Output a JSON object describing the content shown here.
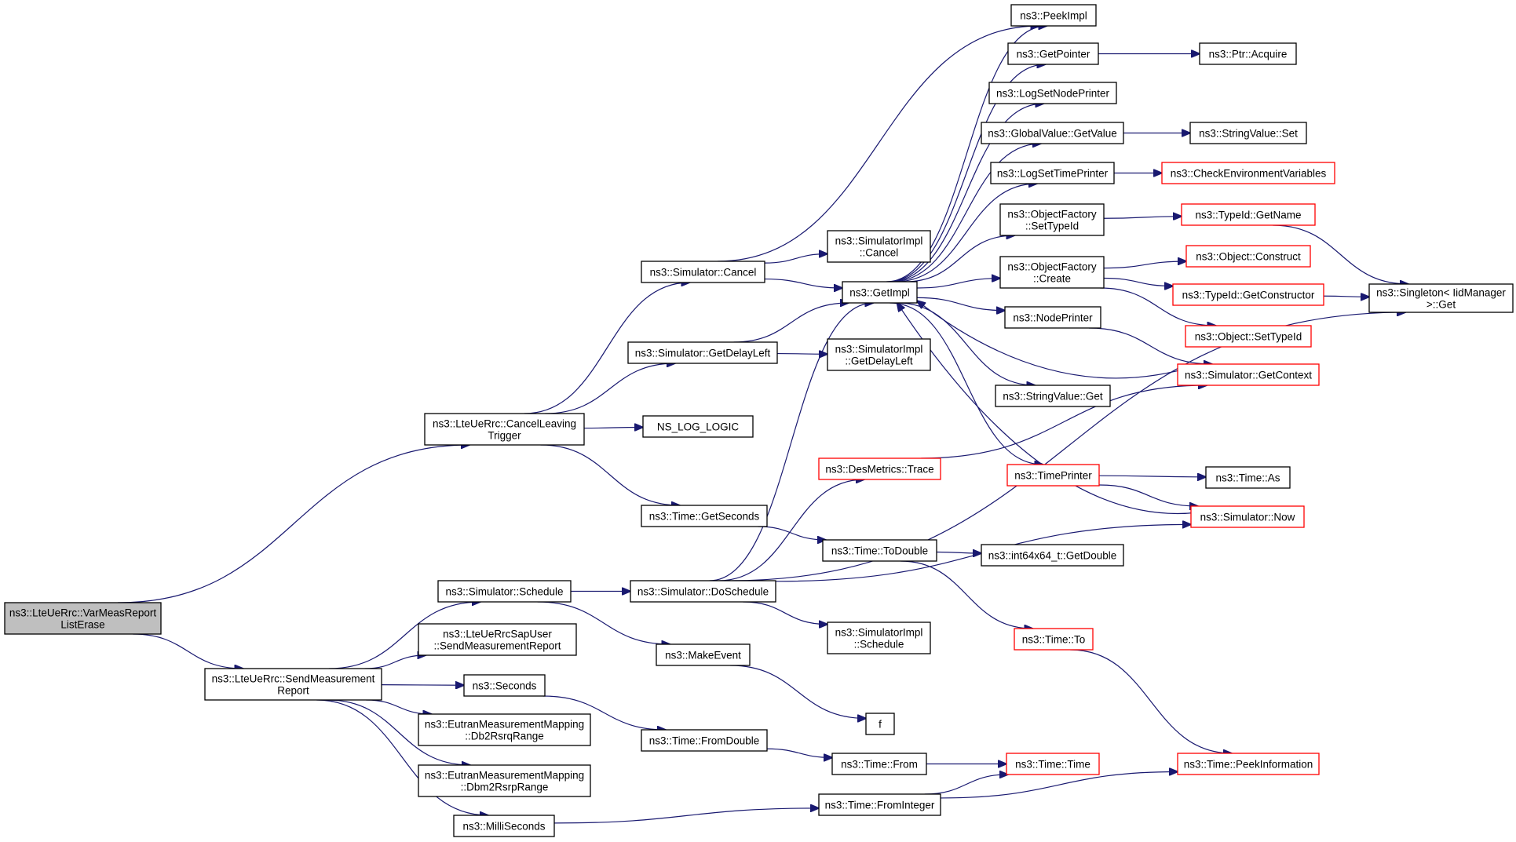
{
  "colors": {
    "edge": "#191970",
    "node_border": "#000000",
    "node_border_incomplete": "#ff0000",
    "root_fill": "#bfbfbf",
    "node_fill": "#ffffff"
  },
  "nodes": {
    "root": {
      "lines": [
        "ns3::LteUeRrc::VarMeasReport",
        "ListErase"
      ]
    },
    "cancelLeaving": {
      "lines": [
        "ns3::LteUeRrc::CancelLeaving",
        "Trigger"
      ]
    },
    "sendMeas": {
      "lines": [
        "ns3::LteUeRrc::SendMeasurement",
        "Report"
      ]
    },
    "simCancel": {
      "lines": [
        "ns3::Simulator::Cancel"
      ]
    },
    "simGetDelayLeft": {
      "lines": [
        "ns3::Simulator::GetDelayLeft"
      ]
    },
    "nsLogLogic": {
      "lines": [
        "NS_LOG_LOGIC"
      ]
    },
    "timeGetSeconds": {
      "lines": [
        "ns3::Time::GetSeconds"
      ]
    },
    "simSchedule": {
      "lines": [
        "ns3::Simulator::Schedule"
      ]
    },
    "sapUser": {
      "lines": [
        "ns3::LteUeRrcSapUser",
        "::SendMeasurementReport"
      ]
    },
    "seconds": {
      "lines": [
        "ns3::Seconds"
      ]
    },
    "db2Rsrq": {
      "lines": [
        "ns3::EutranMeasurementMapping",
        "::Db2RsrqRange"
      ]
    },
    "dbm2Rsrp": {
      "lines": [
        "ns3::EutranMeasurementMapping",
        "::Dbm2RsrpRange"
      ]
    },
    "milliSeconds": {
      "lines": [
        "ns3::MilliSeconds"
      ]
    },
    "simImplCancel": {
      "lines": [
        "ns3::SimulatorImpl",
        "::Cancel"
      ]
    },
    "getImpl": {
      "lines": [
        "ns3::GetImpl"
      ]
    },
    "simImplGetDelayLeft": {
      "lines": [
        "ns3::SimulatorImpl",
        "::GetDelayLeft"
      ]
    },
    "desMetricsTrace": {
      "lines": [
        "ns3::DesMetrics::Trace"
      ]
    },
    "timeToDouble": {
      "lines": [
        "ns3::Time::ToDouble"
      ]
    },
    "simDoSchedule": {
      "lines": [
        "ns3::Simulator::DoSchedule"
      ]
    },
    "makeEvent": {
      "lines": [
        "ns3::MakeEvent"
      ]
    },
    "timeFromDouble": {
      "lines": [
        "ns3::Time::FromDouble"
      ]
    },
    "f": {
      "lines": [
        "f"
      ]
    },
    "timeFrom": {
      "lines": [
        "ns3::Time::From"
      ]
    },
    "timeFromInteger": {
      "lines": [
        "ns3::Time::FromInteger"
      ]
    },
    "simImplSchedule": {
      "lines": [
        "ns3::SimulatorImpl",
        "::Schedule"
      ]
    },
    "timeTo": {
      "lines": [
        "ns3::Time::To"
      ]
    },
    "int64GetDouble": {
      "lines": [
        "ns3::int64x64_t::GetDouble"
      ]
    },
    "peekImpl": {
      "lines": [
        "ns3::PeekImpl"
      ]
    },
    "getPointer": {
      "lines": [
        "ns3::GetPointer"
      ]
    },
    "logSetNodePrinter": {
      "lines": [
        "ns3::LogSetNodePrinter"
      ]
    },
    "globalValueGetValue": {
      "lines": [
        "ns3::GlobalValue::GetValue"
      ]
    },
    "logSetTimePrinter": {
      "lines": [
        "ns3::LogSetTimePrinter"
      ]
    },
    "objFactorySetTypeId": {
      "lines": [
        "ns3::ObjectFactory",
        "::SetTypeId"
      ]
    },
    "objFactoryCreate": {
      "lines": [
        "ns3::ObjectFactory",
        "::Create"
      ]
    },
    "nodePrinter": {
      "lines": [
        "ns3::NodePrinter"
      ]
    },
    "stringValueGet": {
      "lines": [
        "ns3::StringValue::Get"
      ]
    },
    "timePrinter": {
      "lines": [
        "ns3::TimePrinter"
      ]
    },
    "ptrAcquire": {
      "lines": [
        "ns3::Ptr::Acquire"
      ]
    },
    "stringValueSet": {
      "lines": [
        "ns3::StringValue::Set"
      ]
    },
    "checkEnvVars": {
      "lines": [
        "ns3::CheckEnvironmentVariables"
      ]
    },
    "typeIdGetName": {
      "lines": [
        "ns3::TypeId::GetName"
      ]
    },
    "objectConstruct": {
      "lines": [
        "ns3::Object::Construct"
      ]
    },
    "typeIdGetConstructor": {
      "lines": [
        "ns3::TypeId::GetConstructor"
      ]
    },
    "objectSetTypeId": {
      "lines": [
        "ns3::Object::SetTypeId"
      ]
    },
    "simGetContext": {
      "lines": [
        "ns3::Simulator::GetContext"
      ]
    },
    "timeAs": {
      "lines": [
        "ns3::Time::As"
      ]
    },
    "simNow": {
      "lines": [
        "ns3::Simulator::Now"
      ]
    },
    "timeTime": {
      "lines": [
        "ns3::Time::Time"
      ]
    },
    "timePeekInfo": {
      "lines": [
        "ns3::Time::PeekInformation"
      ]
    },
    "singletonGet": {
      "lines": [
        "ns3::Singleton< IidManager",
        ">::Get"
      ]
    }
  },
  "edges": [
    [
      "root",
      "cancelLeaving"
    ],
    [
      "root",
      "sendMeas"
    ],
    [
      "cancelLeaving",
      "simCancel"
    ],
    [
      "cancelLeaving",
      "simGetDelayLeft"
    ],
    [
      "cancelLeaving",
      "nsLogLogic"
    ],
    [
      "cancelLeaving",
      "timeGetSeconds"
    ],
    [
      "sendMeas",
      "simSchedule"
    ],
    [
      "sendMeas",
      "sapUser"
    ],
    [
      "sendMeas",
      "seconds"
    ],
    [
      "sendMeas",
      "db2Rsrq"
    ],
    [
      "sendMeas",
      "dbm2Rsrp"
    ],
    [
      "sendMeas",
      "milliSeconds"
    ],
    [
      "simCancel",
      "simImplCancel"
    ],
    [
      "simCancel",
      "getImpl"
    ],
    [
      "simCancel",
      "peekImpl"
    ],
    [
      "simGetDelayLeft",
      "getImpl"
    ],
    [
      "simGetDelayLeft",
      "simImplGetDelayLeft"
    ],
    [
      "timeGetSeconds",
      "timeToDouble"
    ],
    [
      "simSchedule",
      "simDoSchedule"
    ],
    [
      "simSchedule",
      "makeEvent"
    ],
    [
      "seconds",
      "timeFromDouble"
    ],
    [
      "milliSeconds",
      "timeFromInteger"
    ],
    [
      "simDoSchedule",
      "getImpl"
    ],
    [
      "simDoSchedule",
      "desMetricsTrace"
    ],
    [
      "simDoSchedule",
      "simImplSchedule"
    ],
    [
      "simDoSchedule",
      "simNow"
    ],
    [
      "simDoSchedule",
      "singletonGet"
    ],
    [
      "makeEvent",
      "f"
    ],
    [
      "timeFromDouble",
      "timeFrom"
    ],
    [
      "timeFrom",
      "timeTime"
    ],
    [
      "timeFromInteger",
      "timeTime"
    ],
    [
      "timeFromInteger",
      "timePeekInfo"
    ],
    [
      "timeToDouble",
      "int64GetDouble"
    ],
    [
      "timeToDouble",
      "timeTo"
    ],
    [
      "timeTo",
      "timePeekInfo"
    ],
    [
      "desMetricsTrace",
      "simGetContext"
    ],
    [
      "getImpl",
      "peekImpl"
    ],
    [
      "getImpl",
      "getPointer"
    ],
    [
      "getImpl",
      "logSetNodePrinter"
    ],
    [
      "getImpl",
      "globalValueGetValue"
    ],
    [
      "getImpl",
      "logSetTimePrinter"
    ],
    [
      "getImpl",
      "objFactorySetTypeId"
    ],
    [
      "getImpl",
      "objFactoryCreate"
    ],
    [
      "getImpl",
      "nodePrinter"
    ],
    [
      "getImpl",
      "stringValueGet"
    ],
    [
      "getImpl",
      "timePrinter"
    ],
    [
      "getPointer",
      "ptrAcquire"
    ],
    [
      "globalValueGetValue",
      "stringValueSet"
    ],
    [
      "logSetTimePrinter",
      "checkEnvVars"
    ],
    [
      "objFactorySetTypeId",
      "typeIdGetName"
    ],
    [
      "objFactoryCreate",
      "objectConstruct"
    ],
    [
      "objFactoryCreate",
      "typeIdGetConstructor"
    ],
    [
      "objFactoryCreate",
      "objectSetTypeId"
    ],
    [
      "nodePrinter",
      "simGetContext"
    ],
    [
      "simGetContext",
      "getImpl"
    ],
    [
      "timePrinter",
      "timeAs"
    ],
    [
      "timePrinter",
      "simNow"
    ],
    [
      "simNow",
      "getImpl"
    ],
    [
      "typeIdGetName",
      "singletonGet"
    ],
    [
      "typeIdGetConstructor",
      "singletonGet"
    ]
  ]
}
